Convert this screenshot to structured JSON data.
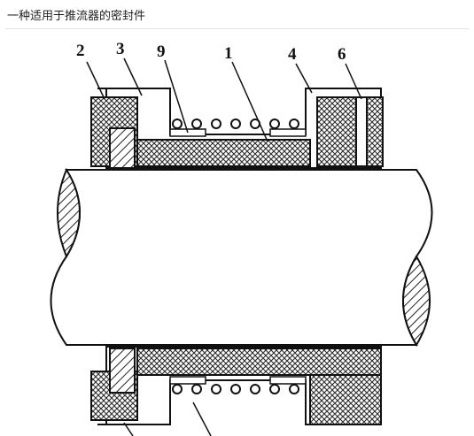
{
  "header": {
    "title": "一种适用于推流器的密封件"
  },
  "diagram": {
    "part_labels": [
      {
        "id": "label-2",
        "text": "2"
      },
      {
        "id": "label-3",
        "text": "3"
      },
      {
        "id": "label-9",
        "text": "9"
      },
      {
        "id": "label-1",
        "text": "1"
      },
      {
        "id": "label-4",
        "text": "4"
      },
      {
        "id": "label-6",
        "text": "6"
      }
    ]
  }
}
